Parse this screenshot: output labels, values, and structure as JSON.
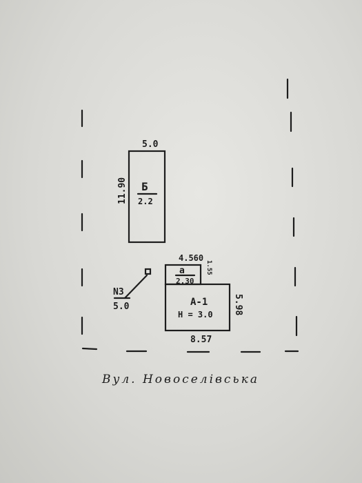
{
  "plan": {
    "building_b": {
      "width": "5.0",
      "length": "11.90",
      "label": "Б",
      "value": "2.2"
    },
    "building_a_annex": {
      "width": "4.560",
      "depth": "1.55",
      "label": "а",
      "value": "2.30"
    },
    "building_a1": {
      "width": "8.57",
      "depth": "5.98",
      "label": "А-1",
      "height": "Н = 3.0"
    },
    "fence_n3": {
      "label": "N3",
      "length": "5.0"
    }
  },
  "street_name": "Вул.   Новоселівська"
}
